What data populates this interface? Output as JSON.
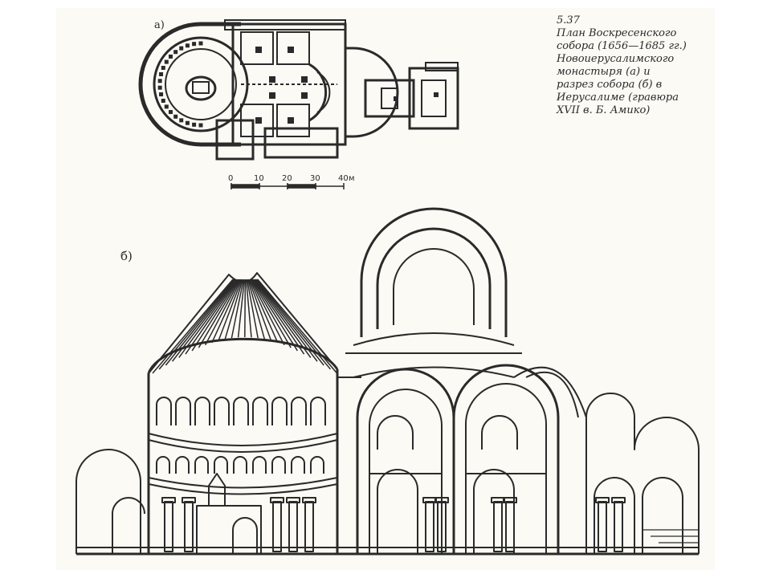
{
  "figure": {
    "label_plan": "а)",
    "label_section": "б)",
    "caption_lines": [
      "5.37",
      "План Воскресенского",
      "собора (1656—1685 гг.)",
      "Новоиерусалимского",
      "монастыря (а) и",
      "разрез собора (б) в",
      "Иерусалиме (гравюра",
      "XVII в. Б. Амико)"
    ]
  },
  "scale_bar": {
    "ticks": [
      "0",
      "10",
      "20",
      "30",
      "40"
    ],
    "unit": "м"
  },
  "colors": {
    "ink": "#2a2a2a",
    "paper": "#fbfaf4"
  }
}
